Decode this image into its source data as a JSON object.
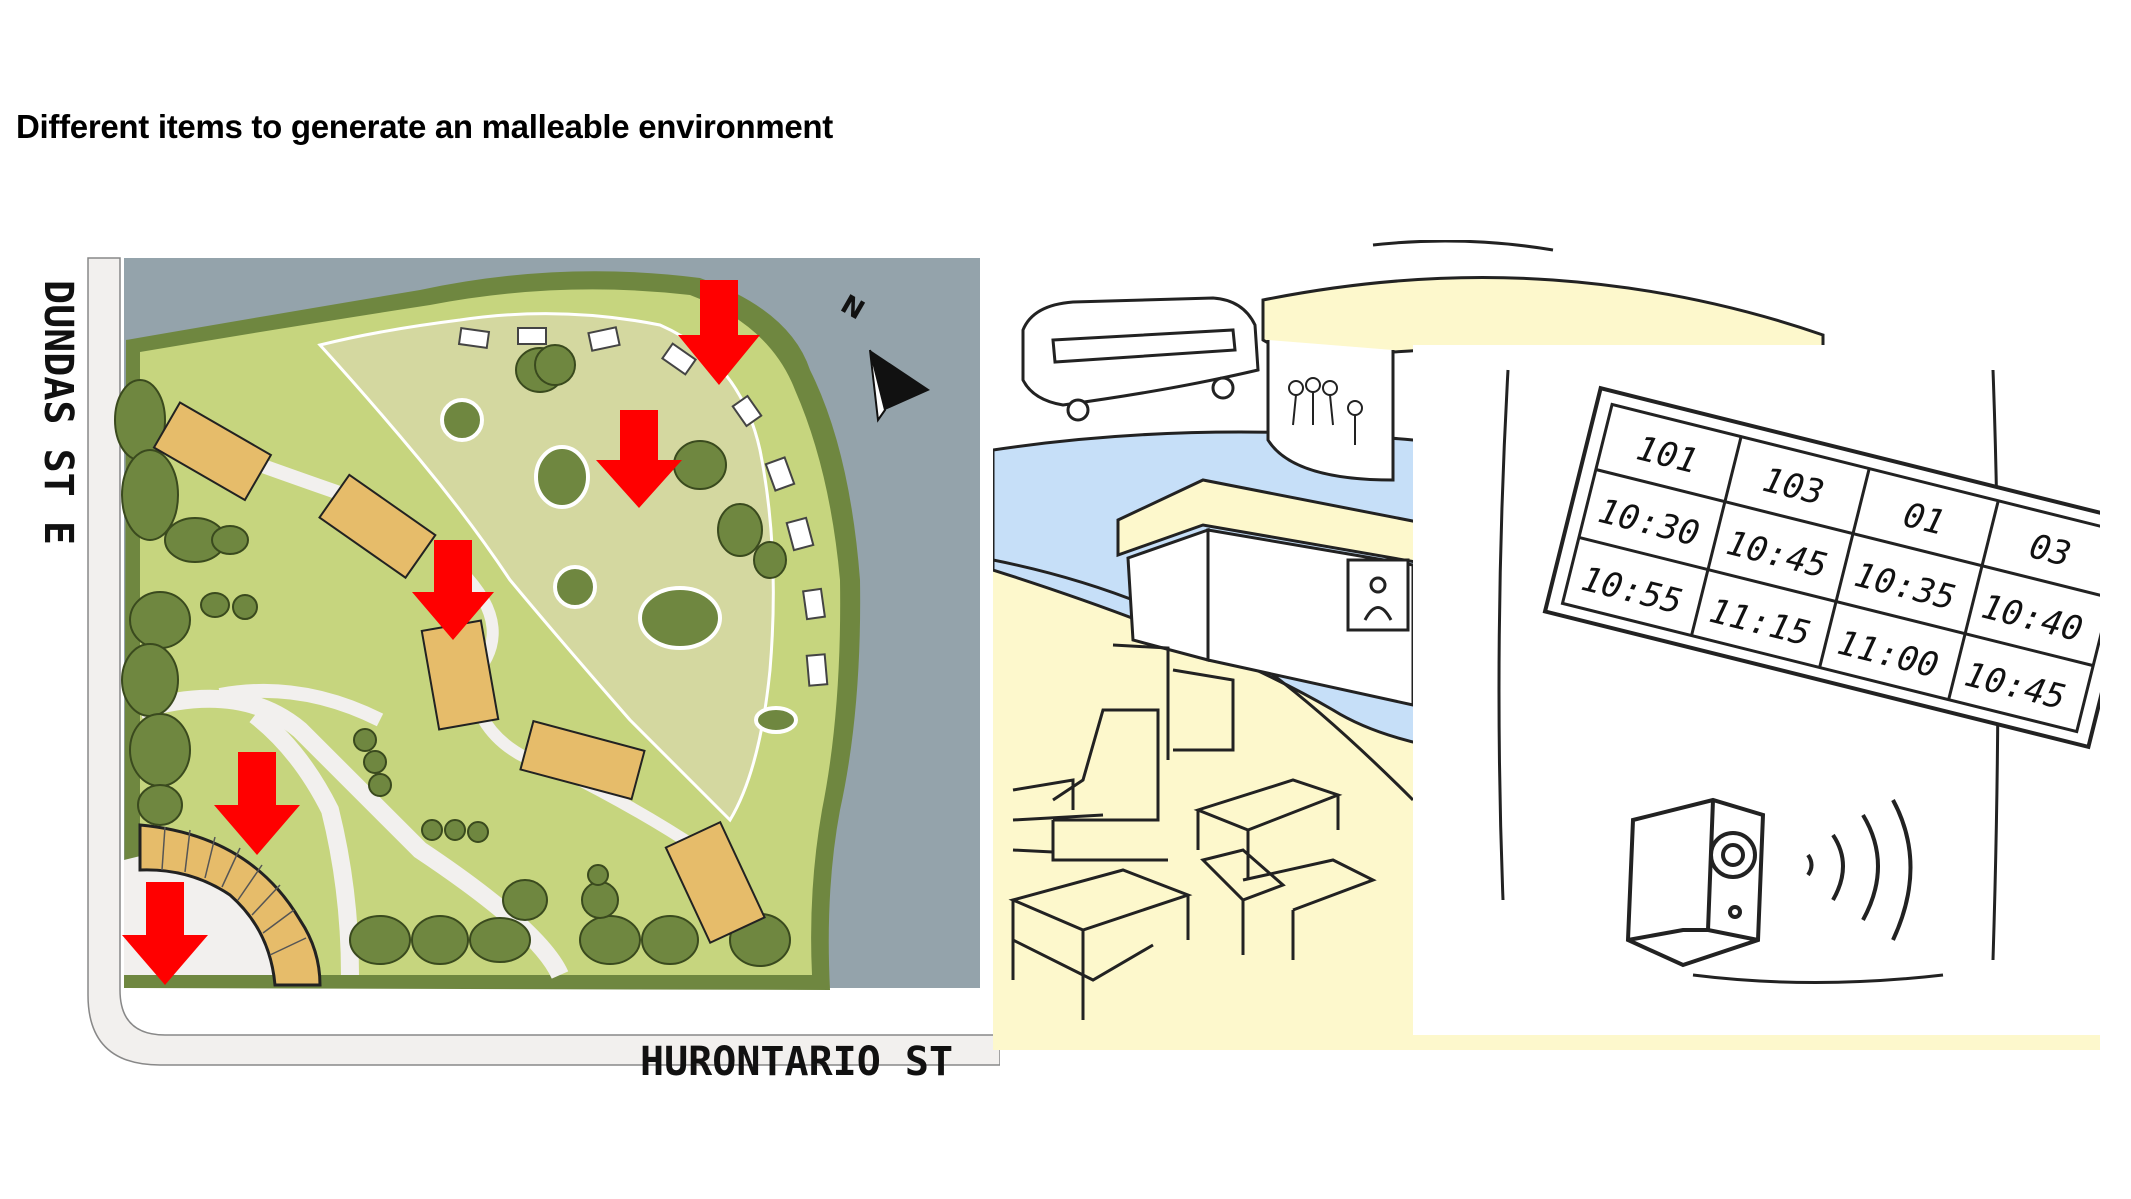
{
  "page": {
    "title": "Different items to generate an malleable environment"
  },
  "map": {
    "street_vertical": "DUNDAS ST E",
    "street_horizontal": "HURONTARIO ST",
    "north_label": "N",
    "colors": {
      "water": "#94a3ab",
      "grass": "#c6d57e",
      "meadow": "#d4d8a0",
      "trees": "#6f8740",
      "buildings": "#e6bc6a",
      "arrows": "#ff0000",
      "road": "#f2f0ee"
    }
  },
  "sketch": {
    "schedule": {
      "headers": [
        "101",
        "103",
        "01",
        "03"
      ],
      "row1": [
        "10:30",
        "10:45",
        "10:35",
        "10:40"
      ],
      "row2": [
        "10:55",
        "11:15",
        "11:00",
        "10:45"
      ]
    },
    "colors": {
      "ground": "#fdf8cc",
      "water": "#c6dff8"
    }
  }
}
